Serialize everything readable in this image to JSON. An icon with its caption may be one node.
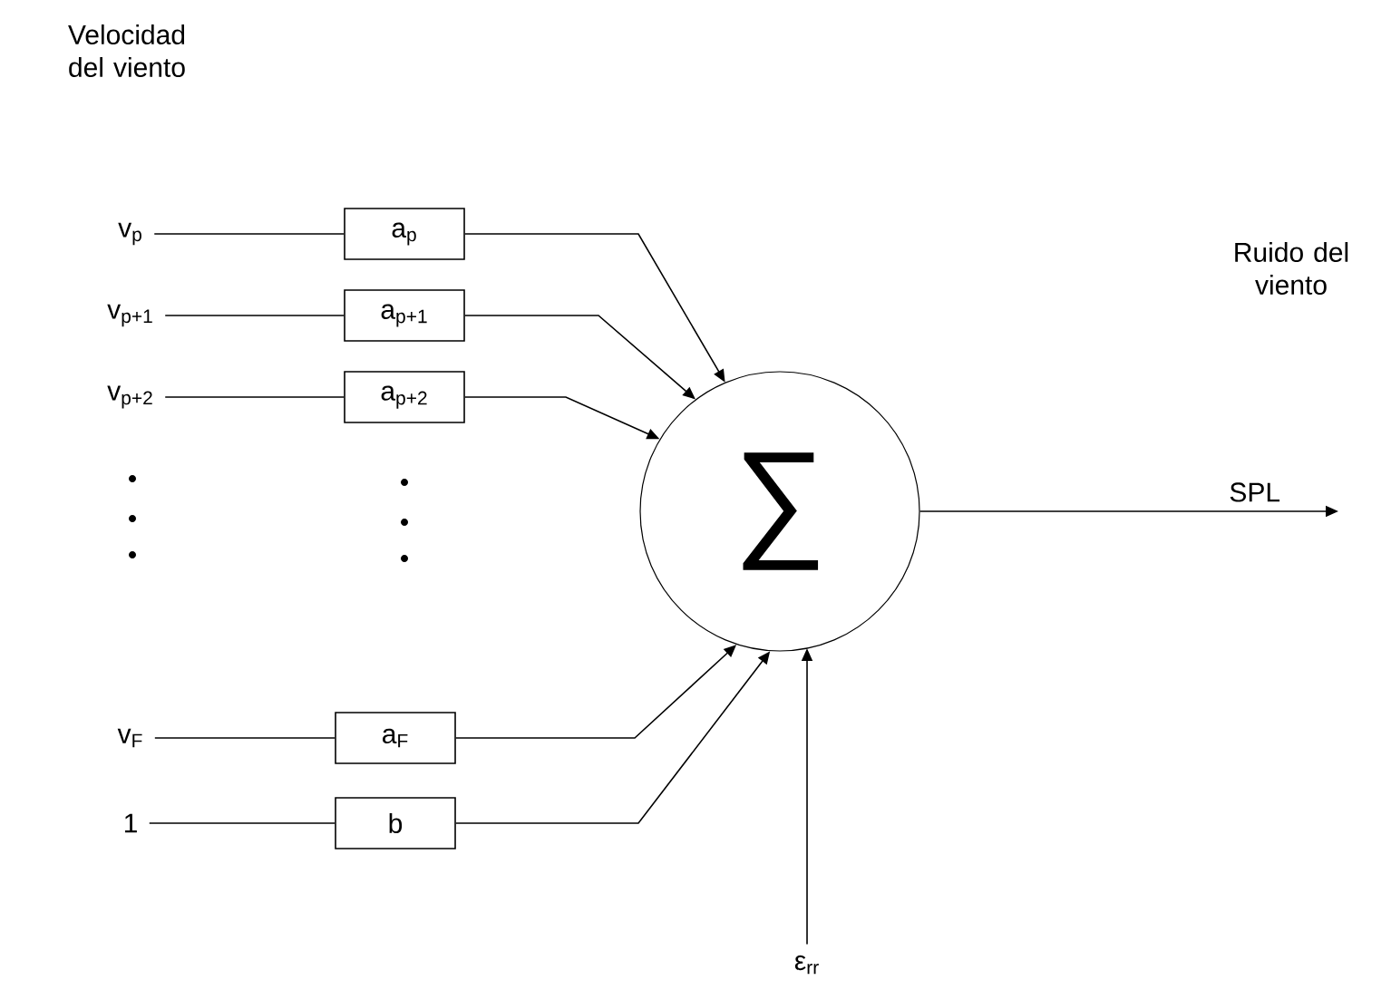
{
  "diagram": {
    "nodes": [
      {
        "text": [
          "v$_{p}$"
        ]
      },
      {
        "text": [
          "v$_{p+1}$"
        ]
      },
      {
        "text": [
          "v$_{p+2}$"
        ]
      },
      {
        "text": [
          "v$_{F}$"
        ]
      },
      {
        "text": [
          "1"
        ]
      },
      {
        "text": [
          "a$_{p}$"
        ]
      },
      {
        "text": [
          "a$_{p+1}$"
        ]
      },
      {
        "text": [
          "a$_{p+2}$"
        ]
      },
      {
        "text": [
          "a$_{F}$"
        ]
      },
      {
        "text": [
          "b"
        ]
      },
      {
        "text": [
          "∑"
        ]
      },
      {
        "text": [
          "ε$_{rr}$"
        ]
      }
    ],
    "edges": [
      {
        "from": 0,
        "to": 5,
        "arrow": "none"
      },
      {
        "from": 1,
        "to": 6,
        "arrow": "none"
      },
      {
        "from": 2,
        "to": 7,
        "arrow": "none"
      },
      {
        "from": 3,
        "to": 8,
        "arrow": "none"
      },
      {
        "from": 4,
        "to": 9,
        "arrow": "none"
      },
      {
        "from": 5,
        "to": 10,
        "arrow": "to"
      },
      {
        "from": 6,
        "to": 10,
        "arrow": "to"
      },
      {
        "from": 7,
        "to": 10,
        "arrow": "to"
      },
      {
        "from": 8,
        "to": 10,
        "arrow": "to"
      },
      {
        "from": 9,
        "to": 10,
        "arrow": "to"
      },
      {
        "from": 10,
        "to": null,
        "arrow": "to",
        "label": "SPL"
      },
      {
        "from": 11,
        "to": 10,
        "arrow": "to"
      }
    ],
    "labels": [
      "Velocidad del viento",
      "Ruido del viento"
    ]
  }
}
